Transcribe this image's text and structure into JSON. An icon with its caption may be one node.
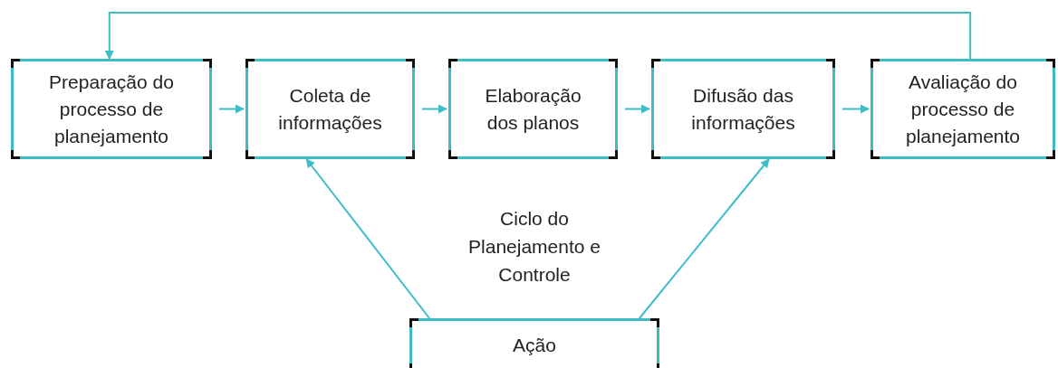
{
  "diagram": {
    "nodes": [
      {
        "text": [
          "Preparação do processo de planejamento"
        ]
      },
      {
        "text": [
          "Coleta de informações"
        ]
      },
      {
        "text": [
          "Elaboração dos planos"
        ]
      },
      {
        "text": [
          "Difusão das informações"
        ]
      },
      {
        "text": [
          "Avaliação do processo de planejamento"
        ]
      },
      {
        "text": [
          "Ação"
        ]
      }
    ],
    "edges": [
      {
        "from": 0,
        "to": 1,
        "arrow": "to"
      },
      {
        "from": 1,
        "to": 2,
        "arrow": "to"
      },
      {
        "from": 2,
        "to": 3,
        "arrow": "to"
      },
      {
        "from": 3,
        "to": 4,
        "arrow": "to"
      },
      {
        "from": 4,
        "to": 0,
        "arrow": "to"
      },
      {
        "from": 5,
        "to": 1,
        "arrow": "to"
      },
      {
        "from": 5,
        "to": 3,
        "arrow": "to"
      }
    ],
    "labels": [
      "Ciclo do Planejamento e Controle"
    ]
  }
}
